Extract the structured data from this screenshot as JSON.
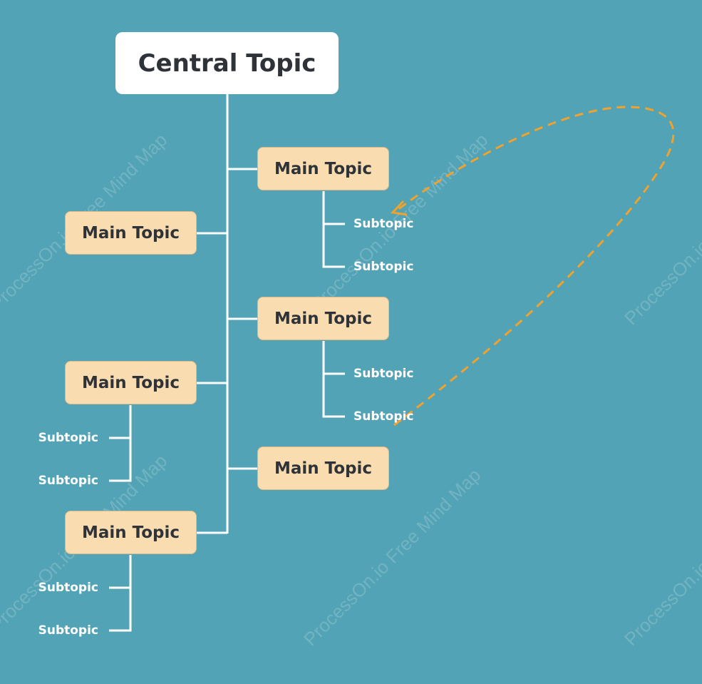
{
  "colors": {
    "background": "#52a3b5",
    "central_fill": "#ffffff",
    "main_fill": "#f9ddb1",
    "connector": "#ffffff",
    "relation_arrow": "#f0a22e"
  },
  "central": {
    "label": "Central Topic"
  },
  "right_topics": [
    {
      "label": "Main Topic",
      "subtopics": [
        "Subtopic",
        "Subtopic"
      ]
    },
    {
      "label": "Main Topic",
      "subtopics": [
        "Subtopic",
        "Subtopic"
      ]
    },
    {
      "label": "Main Topic",
      "subtopics": []
    }
  ],
  "left_topics": [
    {
      "label": "Main Topic",
      "subtopics": []
    },
    {
      "label": "Main Topic",
      "subtopics": [
        "Subtopic",
        "Subtopic"
      ]
    },
    {
      "label": "Main Topic",
      "subtopics": [
        "Subtopic",
        "Subtopic"
      ]
    }
  ],
  "watermark": "ProcessOn.io Free Mind Map"
}
